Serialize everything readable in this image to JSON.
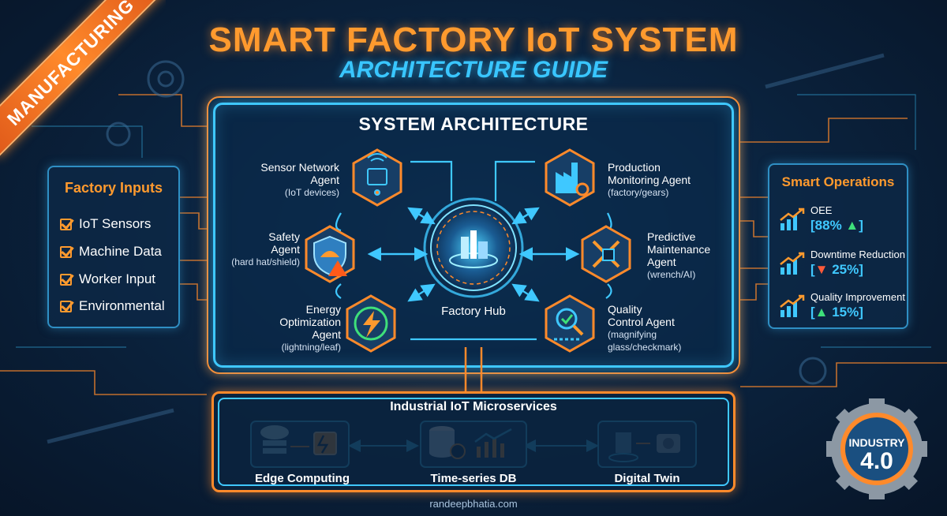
{
  "banner": {
    "label": "MANUFACTURING"
  },
  "header": {
    "title": "SMART FACTORY IoT SYSTEM",
    "subtitle": "ARCHITECTURE GUIDE"
  },
  "architecture": {
    "title": "SYSTEM ARCHITECTURE",
    "hub": {
      "label": "Factory Hub"
    },
    "agents": [
      {
        "name": "Sensor Network\nAgent",
        "sub": "(IoT devices)"
      },
      {
        "name": "Production\nMonitoring Agent",
        "sub": "(factory/gears)"
      },
      {
        "name": "Safety\nAgent",
        "sub": "(hard hat/shield)"
      },
      {
        "name": "Predictive\nMaintenance\nAgent",
        "sub": "(wrench/AI)"
      },
      {
        "name": "Energy\nOptimization\nAgent",
        "sub": "(lightning/leaf)"
      },
      {
        "name": "Quality\nControl Agent",
        "sub": "(magnifying\nglass/checkmark)"
      }
    ]
  },
  "factory_inputs": {
    "title": "Factory Inputs",
    "items": [
      "IoT Sensors",
      "Machine Data",
      "Worker Input",
      "Environmental"
    ]
  },
  "smart_operations": {
    "title": "Smart Operations",
    "metrics": [
      {
        "label": "OEE",
        "value": "[88% ",
        "arrow": "▲",
        "close": "]",
        "direction": "up"
      },
      {
        "label": "Downtime Reduction",
        "value": "[",
        "arrow": "▼",
        "close": " 25%]",
        "direction": "down"
      },
      {
        "label": "Quality Improvement",
        "value": "[",
        "arrow": "▲",
        "close": " 15%]",
        "direction": "up"
      }
    ]
  },
  "microservices": {
    "title": "Industrial IoT Microservices",
    "services": [
      "Edge Computing",
      "Time-series DB",
      "Digital Twin"
    ]
  },
  "badge": {
    "line1": "INDUSTRY",
    "line2": "4.0"
  },
  "footer": {
    "site": "randeepbhatia.com"
  },
  "colors": {
    "accent_orange": "#ff8a2b",
    "accent_cyan": "#3fc8ff",
    "background": "#0b2440"
  }
}
